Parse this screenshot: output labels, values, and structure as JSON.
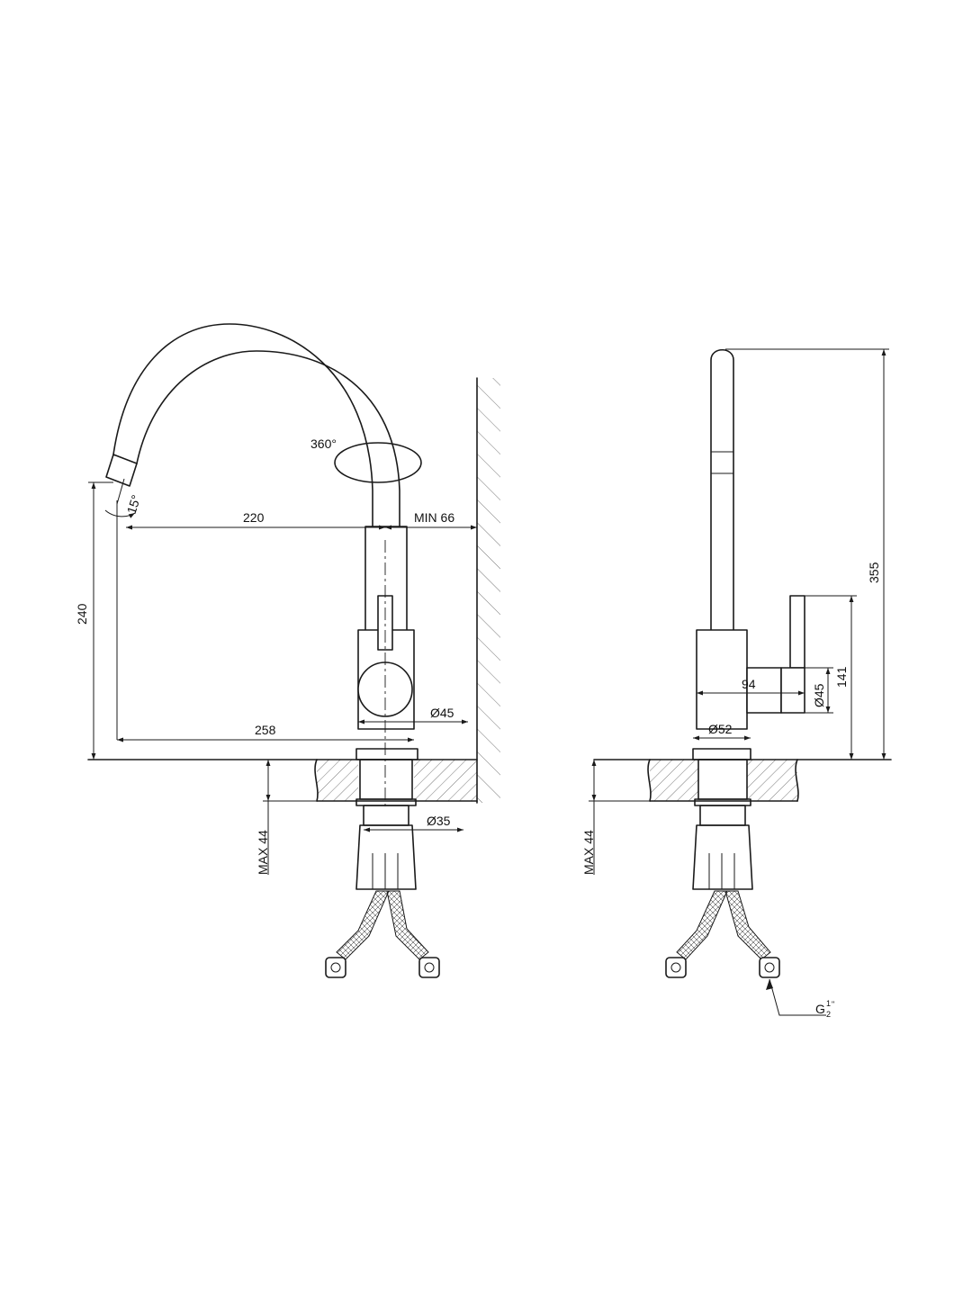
{
  "colors": {
    "line": "#1a1a1a",
    "background": "#ffffff"
  },
  "side_view": {
    "angle_rotation": "360°",
    "angle_tilt": "15°",
    "dim_reach": "220",
    "dim_wall_clearance": "MIN 66",
    "dim_height": "240",
    "dim_total_length": "258",
    "dim_body_diameter": "Ø45",
    "dim_thread_diameter": "Ø35",
    "dim_counter_thickness": "MAX 44"
  },
  "front_view": {
    "dim_total_height": "355",
    "dim_lever_height": "141",
    "dim_lever_diameter": "Ø45",
    "dim_body_depth": "94",
    "dim_base_diameter": "Ø52",
    "dim_counter_thickness": "MAX 44",
    "connection_thread_prefix": "G",
    "connection_thread_num": "1",
    "connection_thread_den": "2",
    "connection_thread_suffix": "\""
  }
}
